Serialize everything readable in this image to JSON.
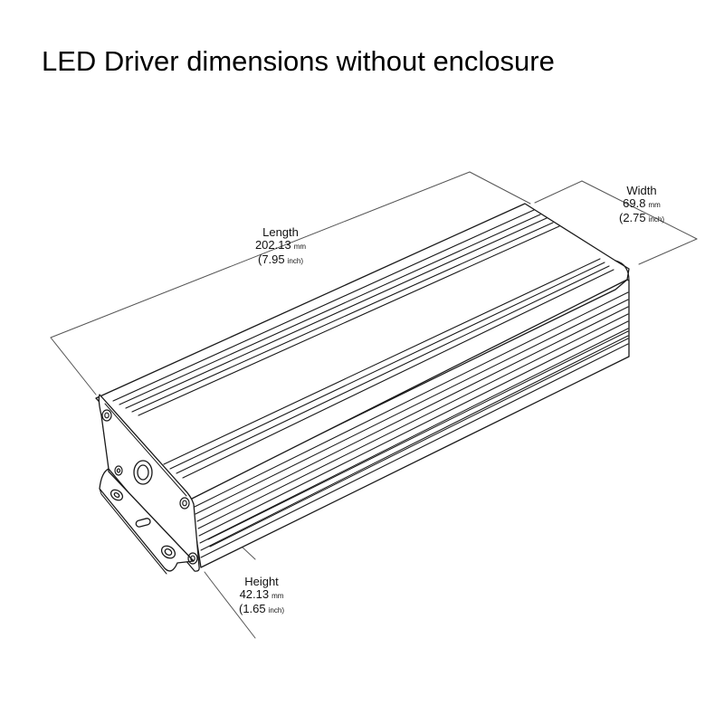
{
  "title": "LED Driver dimensions without enclosure",
  "dimensions": {
    "length": {
      "label": "Length",
      "mm": "202.13",
      "mm_unit": "mm",
      "inch_open": "(7.95",
      "inch_unit": "inch)"
    },
    "width": {
      "label": "Width",
      "mm": "69.8",
      "mm_unit": "mm",
      "inch_open": "(2.75",
      "inch_unit": "inch)"
    },
    "height": {
      "label": "Height",
      "mm": "42.13",
      "mm_unit": "mm",
      "inch_open": "(1.65",
      "inch_unit": "inch)"
    }
  },
  "colors": {
    "line": "#1a1a1a",
    "dim_line": "#555555",
    "fill": "#ffffff"
  }
}
